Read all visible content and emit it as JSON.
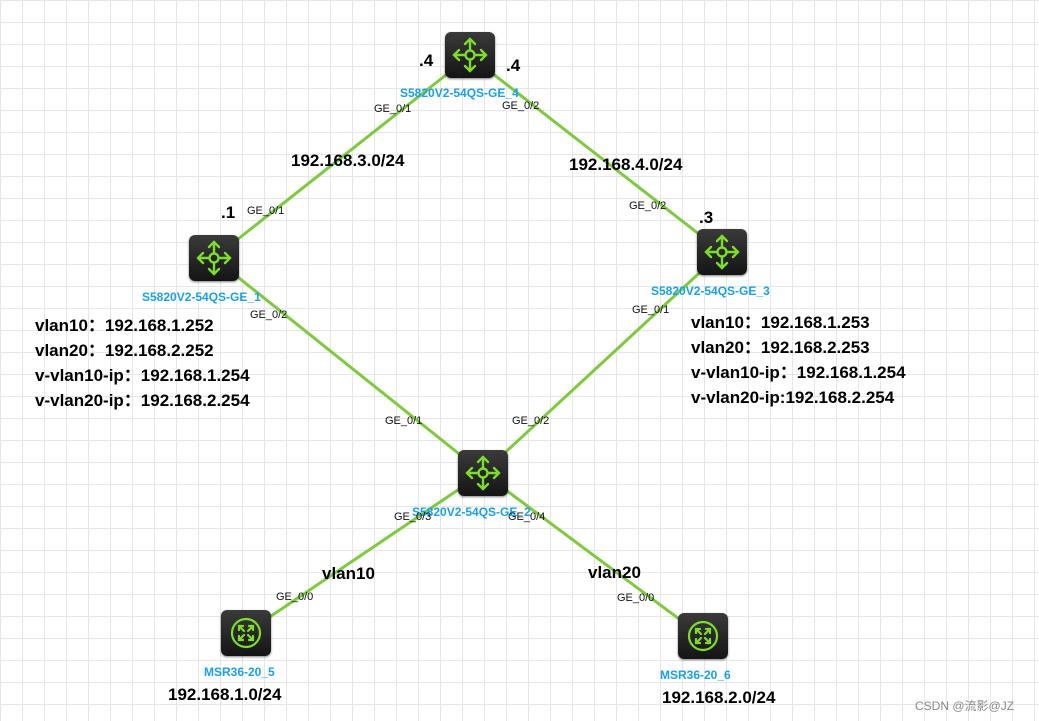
{
  "devices": [
    {
      "id": "sw1",
      "name": "S5820V2-54QS-GE_1",
      "kind": "switch",
      "icon": "l3-switch-icon"
    },
    {
      "id": "sw2",
      "name": "S5820V2-54QS-GE_2",
      "kind": "switch",
      "icon": "l3-switch-icon"
    },
    {
      "id": "sw3",
      "name": "S5820V2-54QS-GE_3",
      "kind": "switch",
      "icon": "l3-switch-icon"
    },
    {
      "id": "sw4",
      "name": "S5820V2-54QS-GE_4",
      "kind": "switch",
      "icon": "l3-switch-icon"
    },
    {
      "id": "r5",
      "name": "MSR36-20_5",
      "kind": "router",
      "icon": "router-icon"
    },
    {
      "id": "r6",
      "name": "MSR36-20_6",
      "kind": "router",
      "icon": "router-icon"
    }
  ],
  "links": [
    {
      "from": "sw4",
      "to": "sw1",
      "from_port": "GE_0/1",
      "to_port": "GE_0/1",
      "network": "192.168.3.0/24"
    },
    {
      "from": "sw4",
      "to": "sw3",
      "from_port": "GE_0/2",
      "to_port": "GE_0/2",
      "network": "192.168.4.0/24"
    },
    {
      "from": "sw1",
      "to": "sw2",
      "from_port": "GE_0/2",
      "to_port": "GE_0/1",
      "network": ""
    },
    {
      "from": "sw3",
      "to": "sw2",
      "from_port": "GE_0/1",
      "to_port": "GE_0/2",
      "network": ""
    },
    {
      "from": "sw2",
      "to": "r5",
      "from_port": "GE_0/3",
      "to_port": "GE_0/0",
      "network": "vlan10"
    },
    {
      "from": "sw2",
      "to": "r6",
      "from_port": "GE_0/4",
      "to_port": "GE_0/0",
      "network": "vlan20"
    }
  ],
  "ip_suffixes": {
    "sw4_left": ".4",
    "sw4_right": ".4",
    "sw1": ".1",
    "sw3": ".3"
  },
  "sw1_config": [
    "vlan10：192.168.1.252",
    "vlan20：192.168.2.252",
    "v-vlan10-ip：192.168.1.254",
    "v-vlan20-ip：192.168.2.254"
  ],
  "sw3_config": [
    "vlan10：192.168.1.253",
    "vlan20：192.168.2.253",
    "v-vlan10-ip：192.168.1.254",
    "v-vlan20-ip:192.168.2.254"
  ],
  "r5_network": "192.168.1.0/24",
  "r6_network": "192.168.2.0/24",
  "watermark": "CSDN @流影@JZ",
  "colors": {
    "link": "#7fc941",
    "device_label": "#1aa0e6",
    "icon_glyph": "#7ddc2e",
    "device_body": "#222222"
  }
}
